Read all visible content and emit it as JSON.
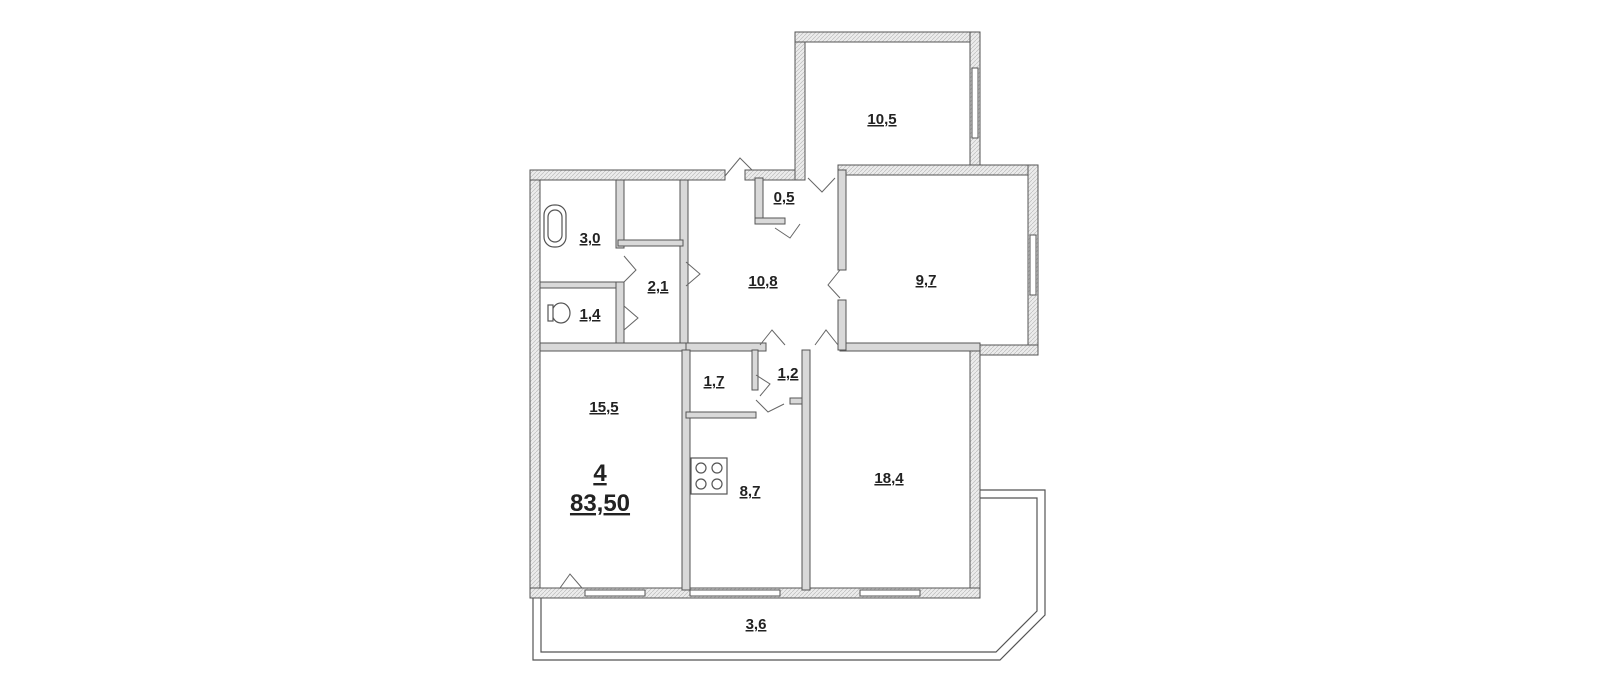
{
  "apartment": {
    "rooms_count": "4",
    "total_area": "83,50"
  },
  "rooms": {
    "r_10_5": "10,5",
    "r_0_5": "0,5",
    "r_3_0": "3,0",
    "r_2_1": "2,1",
    "r_10_8": "10,8",
    "r_9_7": "9,7",
    "r_1_4": "1,4",
    "r_1_7": "1,7",
    "r_1_2": "1,2",
    "r_15_5": "15,5",
    "r_8_7": "8,7",
    "r_18_4": "18,4",
    "r_3_6": "3,6"
  },
  "icons": [
    "bathtub-icon",
    "toilet-icon",
    "stove-icon"
  ]
}
